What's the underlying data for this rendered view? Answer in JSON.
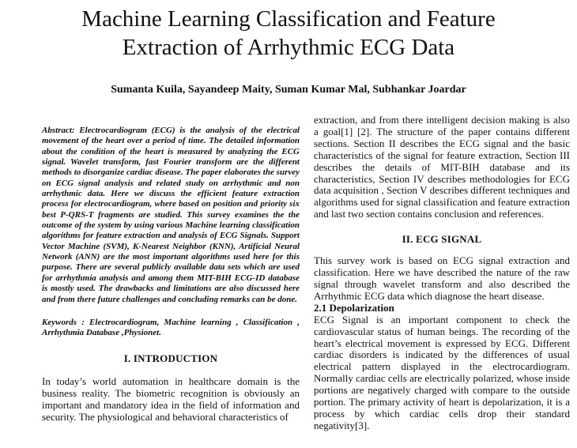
{
  "paper": {
    "title_line1": "Machine Learning Classification and Feature",
    "title_line2": "Extraction of Arrhythmic ECG Data",
    "authors": "Sumanta Kuila, Sayandeep Maity, Suman Kumar Mal, Subhankar Joardar"
  },
  "left_column": {
    "abstract": "Abstract: Electrocardiogram (ECG) is the analysis of the electrical movement of the heart over a period of time. The detailed information about the condition of the heart is measured by analyzing the ECG signal. Wavelet transform, fast Fourier transform are the different methods to disorganize cardiac disease. The paper elaborates the survey on ECG signal analysis and related study on arrhythmic and non arrhythmic data. Here we discuss the efficient feature extraction process for electrocardiogram, where based on position and priority six best P-QRS-T fragments are studied. This survey examines the the outcome of the system by using various Machine learning classification algorithms for feature extraction and analysis of ECG Signals. Support Vector Machine (SVM), K-Nearest Neighbor (KNN), Artificial Neural Network (ANN) are the most important algorithms used here for this purpose. There are several publicly available data sets which are used for arrhythmia analysis and among them MIT-BIH ECG-ID database is mostly used. The drawbacks and limitations are also discussed here and from there future challenges and concluding remarks can be done.",
    "keywords": "Keywords : Electrocardiogram, Machine learning , Classification , Arrhythmia Database ,Physionet.",
    "section1_heading": "I.   INTRODUCTION",
    "section1_text": "In today’s world automation in healthcare domain is the business reality. The biometric recognition is obviously an important and mandatory idea in the field of information and security. The physiological and behavioral characteristics of"
  },
  "right_column": {
    "intro_continued": "extraction, and from there intelligent decision making is also a goal[1] [2]. The structure of the paper contains different sections. Section II describes the ECG signal and the basic characteristics of the signal for feature extraction, Section III describes the details of MIT-BIH database and its characteristics, Section IV describes methodologies for ECG data acquisition , Section V describes different techniques and algorithms used for signal classification and feature extraction and last two section contains conclusion and references.",
    "section2_heading": "II.   ECG SIGNAL",
    "section2_text": "This survey work is based on ECG signal extraction and classification. Here we have described the nature of the raw signal through wavelet transform and also described the Arrhythmic ECG data which diagnose the heart disease.",
    "subsection_heading": "2.1 Depolarization",
    "subsection_text": "ECG Signal is an important component to check the cardiovascular status of human beings. The recording of the heart’s electrical movement is expressed by ECG. Different cardiac disorders is indicated by the differences of usual electrical pattern displayed in the electrocardiogram. Normally cardiac cells are electrically polarized, whose inside portions are negatively charged with compare to the outside portion. The primary activity of heart is depolarization, it is a process by which cardiac cells drop their standard negativity[3]."
  }
}
